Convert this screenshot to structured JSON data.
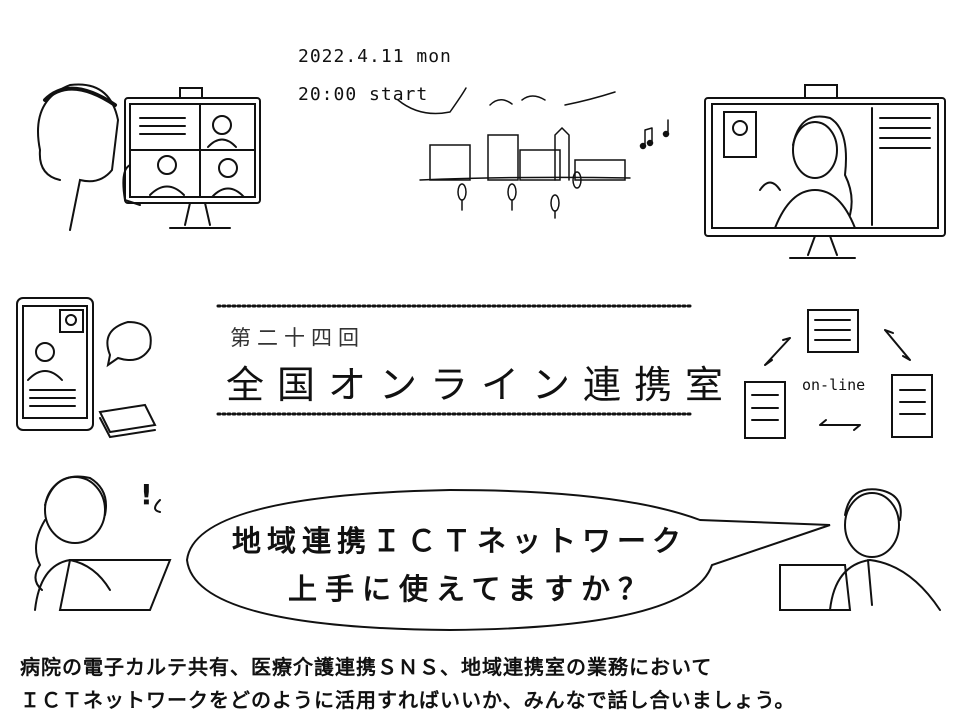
{
  "event": {
    "date": "2022.4.11 mon",
    "time": "20:00 start",
    "round": "第二十四回",
    "title": "全国オンライン連携室"
  },
  "network_label": "on-line",
  "speech_bubble": {
    "line1": "地域連携ＩＣＴネットワーク",
    "line2": "上手に使えてますか？"
  },
  "exclamation": "!",
  "description": {
    "line1": "病院の電子カルテ共有、医療介護連携ＳＮＳ、地域連携室の業務において",
    "line2": "ＩＣＴネットワークをどのように活用すればいいか、みんなで話し合いましょう。"
  }
}
